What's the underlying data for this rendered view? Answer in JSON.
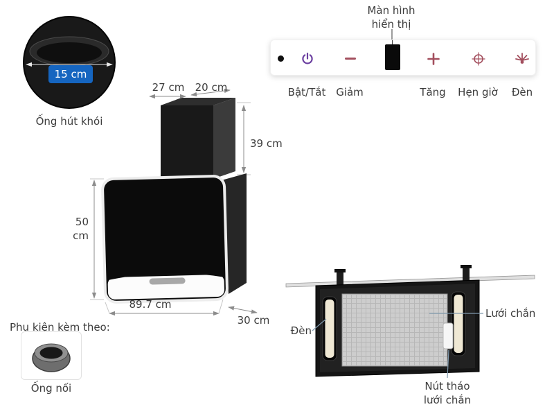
{
  "colors": {
    "badge_blue": "#1565c0",
    "icon_maroon": "#a34f5e",
    "icon_purple": "#6b3fa0",
    "leader_line": "#7f99ad",
    "text": "#3c3c3c"
  },
  "duct": {
    "label": "Ống hút khói",
    "diameter_label": "15 cm"
  },
  "hood_dims": {
    "chimney_width": "27 cm",
    "chimney_depth": "20 cm",
    "chimney_height": "39 cm",
    "body_height": "50 cm",
    "body_width": "89.7 cm",
    "body_depth": "30 cm"
  },
  "control_panel": {
    "display_label": "Màn hình hiển thị",
    "buttons": [
      {
        "icon": "power-icon",
        "label": "Bật/Tắt"
      },
      {
        "icon": "minus-icon",
        "label": "Giảm"
      },
      {
        "icon": "plus-icon",
        "label": "Tăng"
      },
      {
        "icon": "timer-icon",
        "label": "Hẹn giờ"
      },
      {
        "icon": "light-icon",
        "label": "Đèn"
      }
    ]
  },
  "underside": {
    "light_label": "Đèn",
    "filter_label": "Lưới chắn",
    "release_label": "Nút tháo lưới chắn"
  },
  "accessories": {
    "title": "Phụ kiện kèm theo:",
    "item_label": "Ống nối"
  }
}
